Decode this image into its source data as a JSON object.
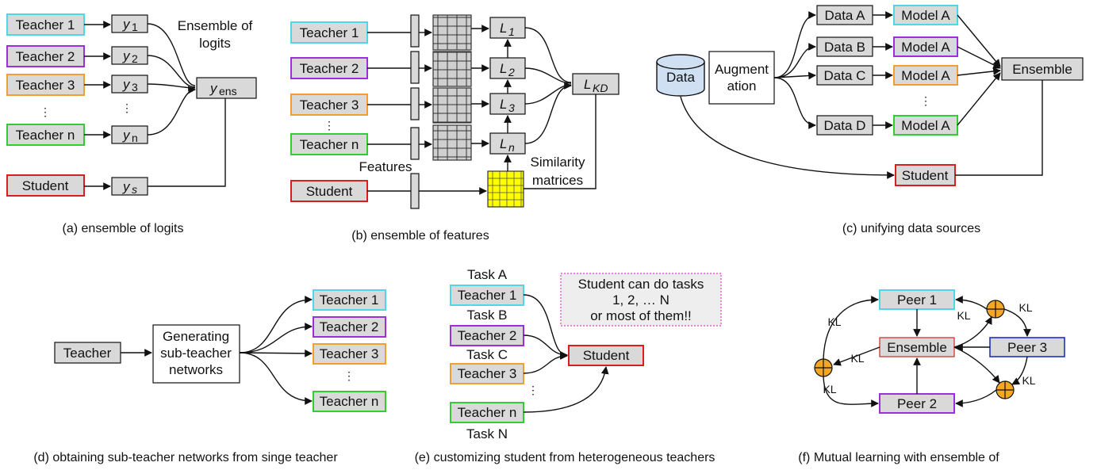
{
  "panel_a": {
    "teachers": [
      "Teacher 1",
      "Teacher 2",
      "Teacher 3",
      "Teacher n"
    ],
    "student": "Student",
    "logit_letter": "y",
    "logit_subs": [
      "1",
      "2",
      "3",
      "n"
    ],
    "logit_ens_sub": "ens",
    "logit_s_sub": "s",
    "ensemble_label": [
      "Ensemble of",
      "logits"
    ],
    "caption": "(a) ensemble of logits"
  },
  "panel_b": {
    "teachers": [
      "Teacher 1",
      "Teacher 2",
      "Teacher 3",
      "Teacher n"
    ],
    "student": "Student",
    "loss_letter": "L",
    "loss_subs": [
      "1",
      "2",
      "3",
      "n"
    ],
    "loss_kd_sub": "KD",
    "features_label": "Features",
    "similarity_label": [
      "Similarity",
      "matrices"
    ],
    "caption": "(b) ensemble of features"
  },
  "panel_c": {
    "data": "Data",
    "augmentation": [
      "Augment",
      "ation"
    ],
    "data_sets": [
      "Data A",
      "Data B",
      "Data C",
      "Data D"
    ],
    "models": [
      "Model A",
      "Model A",
      "Model A",
      "Model A"
    ],
    "ensemble": "Ensemble",
    "student": "Student",
    "caption": "(c) unifying data sources"
  },
  "panel_d": {
    "teacher": "Teacher",
    "generator": [
      "Generating",
      "sub-teacher",
      "networks"
    ],
    "sub_teachers": [
      "Teacher 1",
      "Teacher 2",
      "Teacher 3",
      "Teacher  n"
    ],
    "caption": "(d) obtaining sub-teacher networks from singe teacher"
  },
  "panel_e": {
    "tasks": [
      "Task A",
      "Task B",
      "Task C",
      "Task N"
    ],
    "teachers": [
      "Teacher 1",
      "Teacher 2",
      "Teacher 3",
      "Teacher n"
    ],
    "student": "Student",
    "note": [
      "Student  can do tasks",
      "1, 2, … N",
      "or most of them!!"
    ],
    "caption": "(e) customizing student from heterogeneous teachers"
  },
  "panel_f": {
    "peers": [
      "Peer 1",
      "Peer 3",
      "Peer 2"
    ],
    "ensemble": "Ensemble",
    "kl": "KL",
    "caption": "(f) Mutual learning with ensemble of"
  },
  "colors": {
    "teacher_1": "#4fd6e8",
    "teacher_2": "#9b30d9",
    "teacher_3": "#f0a030",
    "teacher_n": "#33cc33",
    "student": "#d62020",
    "peer_3": "#2030c0",
    "sum_node": "#f5a623",
    "similarity": "#ffff00",
    "data_cylinder": "#cfe0f3"
  }
}
